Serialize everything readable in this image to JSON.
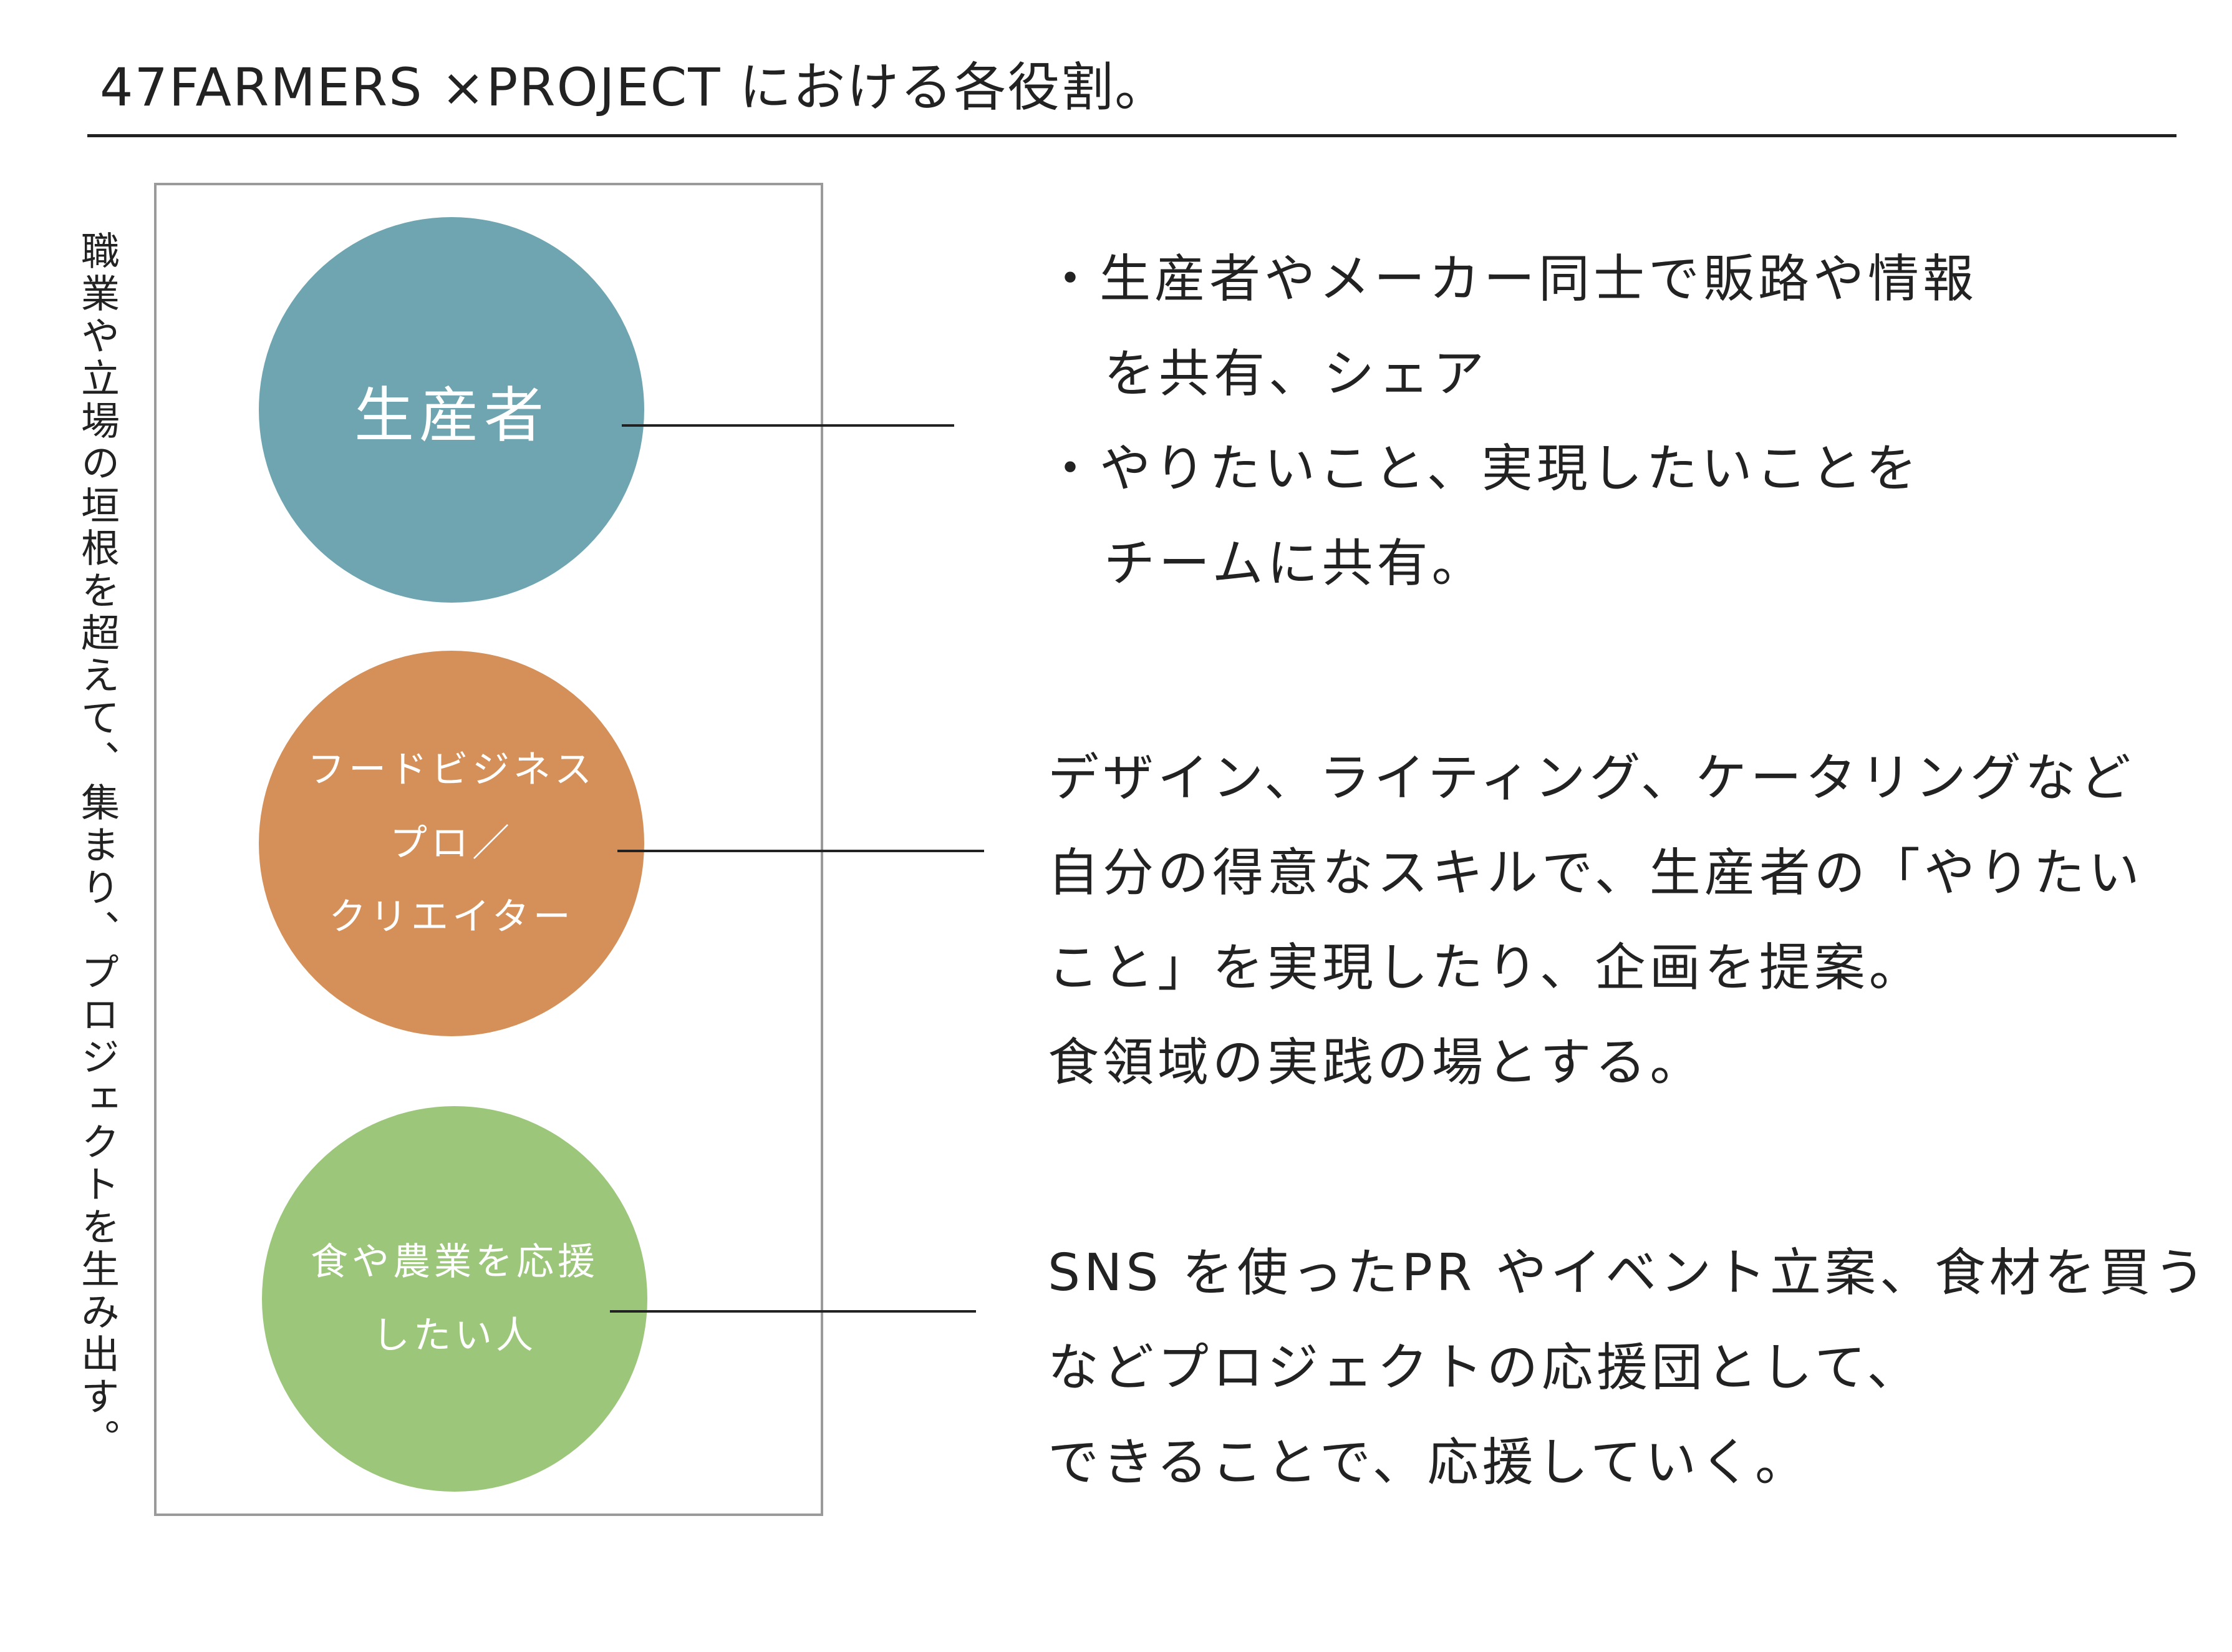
{
  "title": "47FARMERS ×PROJECT における各役割。",
  "vertical_caption": "職業や立場の垣根を超えて、集まり、プロジェクトを生み出す。",
  "colors": {
    "producer": "#6ea5b0",
    "food_pro": "#d49058",
    "supporter": "#9cc67a",
    "frame": "#9a9a9a",
    "text": "#222222"
  },
  "roles": [
    {
      "circle_lines": [
        "生産者"
      ],
      "description": [
        "・生産者やメーカー同士で販路や情報",
        "を共有、シェア",
        "・やりたいこと、実現したいことを",
        "チームに共有。"
      ]
    },
    {
      "circle_lines": [
        "フードビジネス",
        "プロ／",
        "クリエイター"
      ],
      "description": [
        "デザイン、ライティング、ケータリングなど",
        "自分の得意なスキルで、生産者の「やりたい",
        "こと」を実現したり、企画を提案。",
        "食領域の実践の場とする。"
      ]
    },
    {
      "circle_lines": [
        "食や農業を応援",
        "したい人"
      ],
      "description": [
        "SNS を使ったPR やイベント立案、食材を買う",
        "などプロジェクトの応援団として、",
        "できることで、応援していく。"
      ]
    }
  ]
}
